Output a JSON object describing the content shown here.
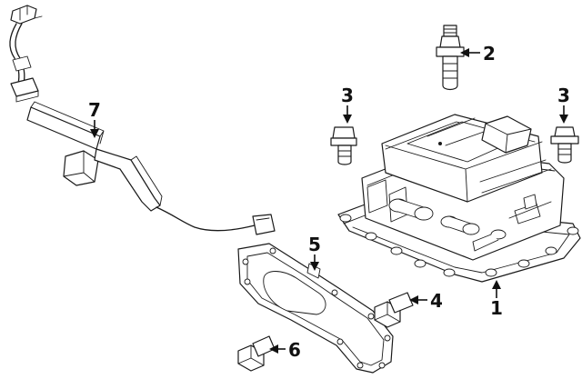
{
  "callouts": [
    {
      "id": "part-1",
      "label": "1"
    },
    {
      "id": "part-2",
      "label": "2"
    },
    {
      "id": "part-3a",
      "label": "3"
    },
    {
      "id": "part-3b",
      "label": "3"
    },
    {
      "id": "part-4",
      "label": "4"
    },
    {
      "id": "part-5",
      "label": "5"
    },
    {
      "id": "part-6",
      "label": "6"
    },
    {
      "id": "part-7",
      "label": "7"
    }
  ],
  "colors": {
    "line": "#1a1a1a",
    "background": "#ffffff"
  }
}
